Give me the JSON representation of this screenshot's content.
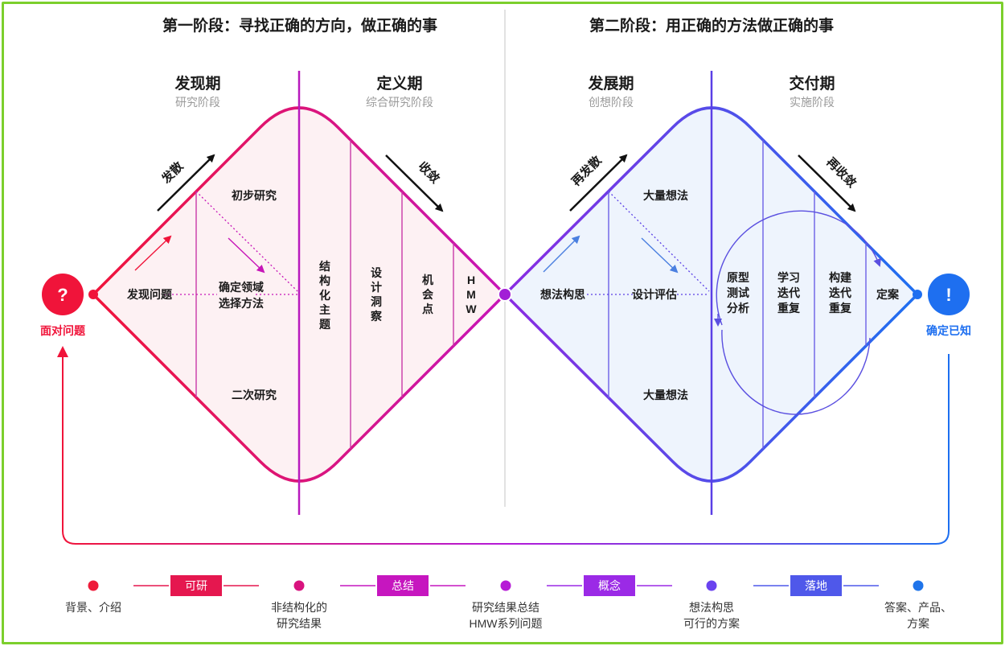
{
  "stages": {
    "left_title": "第一阶段：寻找正确的方向，做正确的事",
    "right_title": "第二阶段：用正确的方法做正确的事"
  },
  "phases": [
    {
      "title": "发现期",
      "subtitle": "研究阶段"
    },
    {
      "title": "定义期",
      "subtitle": "综合研究阶段"
    },
    {
      "title": "发展期",
      "subtitle": "创想阶段"
    },
    {
      "title": "交付期",
      "subtitle": "实施阶段"
    }
  ],
  "arrows": {
    "diverge": "发散",
    "converge": "收敛",
    "rediverge": "再发散",
    "reconverge": "再收敛"
  },
  "diamond1": {
    "top_label": "初步研究",
    "left_label": "发现问题",
    "center_label_1": "确定领域",
    "center_label_2": "选择方法",
    "bottom_label": "二次研究",
    "col1": [
      "结",
      "构",
      "化",
      "主",
      "题"
    ],
    "col2": [
      "设",
      "计",
      "洞",
      "察"
    ],
    "col3": [
      "机",
      "会",
      "点"
    ],
    "col4": [
      "H",
      "M",
      "W"
    ]
  },
  "diamond2": {
    "top_label": "大量想法",
    "left_label": "想法构思",
    "center_label": "设计评估",
    "bottom_label": "大量想法",
    "col1": [
      "原型",
      "测试",
      "分析"
    ],
    "col2": [
      "学习",
      "迭代",
      "重复"
    ],
    "col3": [
      "构建",
      "迭代",
      "重复"
    ],
    "col4": "定案"
  },
  "endpoints": {
    "start_icon": "?",
    "start_label": "面对问题",
    "end_icon": "!",
    "end_label": "确定已知"
  },
  "timeline": {
    "steps": [
      {
        "text_1": "背景、介绍",
        "text_2": "",
        "color": "#ee1c3a"
      },
      {
        "text_1": "非结构化的",
        "text_2": "研究结果",
        "color": "#d8137e"
      },
      {
        "text_1": "研究结果总结",
        "text_2": "HMW系列问题",
        "color": "#b61ad6"
      },
      {
        "text_1": "想法构思",
        "text_2": "可行的方案",
        "color": "#6a43ef"
      },
      {
        "text_1": "答案、产品、",
        "text_2": "方案",
        "color": "#1f74ea"
      }
    ],
    "pills": [
      {
        "label": "可研",
        "color": "#e5174f"
      },
      {
        "label": "总结",
        "color": "#c616bf"
      },
      {
        "label": "概念",
        "color": "#9b2ae6"
      },
      {
        "label": "落地",
        "color": "#4f58ea"
      }
    ]
  },
  "colors": {
    "red": "#f0143a",
    "magenta": "#c715b8",
    "purple": "#8a2be2",
    "blue": "#1e6ff0",
    "frame": "#7ccf2c"
  }
}
